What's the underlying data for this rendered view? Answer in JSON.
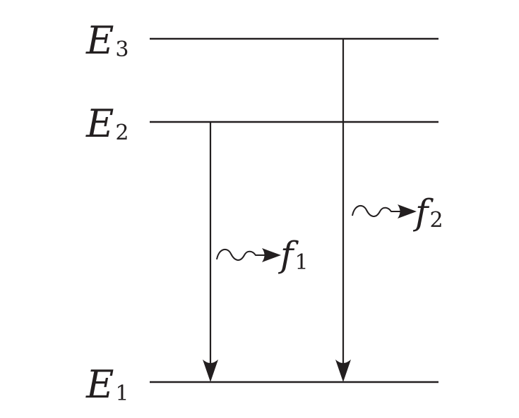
{
  "levels": [
    {
      "id": "E3",
      "symbol": "E",
      "subscript": "3"
    },
    {
      "id": "E2",
      "symbol": "E",
      "subscript": "2"
    },
    {
      "id": "E1",
      "symbol": "E",
      "subscript": "1"
    }
  ],
  "transitions": [
    {
      "from": "E2",
      "to": "E1",
      "photon_symbol": "f",
      "photon_subscript": "1"
    },
    {
      "from": "E3",
      "to": "E1",
      "photon_symbol": "f",
      "photon_subscript": "2"
    }
  ],
  "colors": {
    "ink": "#231f20",
    "background": "#ffffff"
  }
}
